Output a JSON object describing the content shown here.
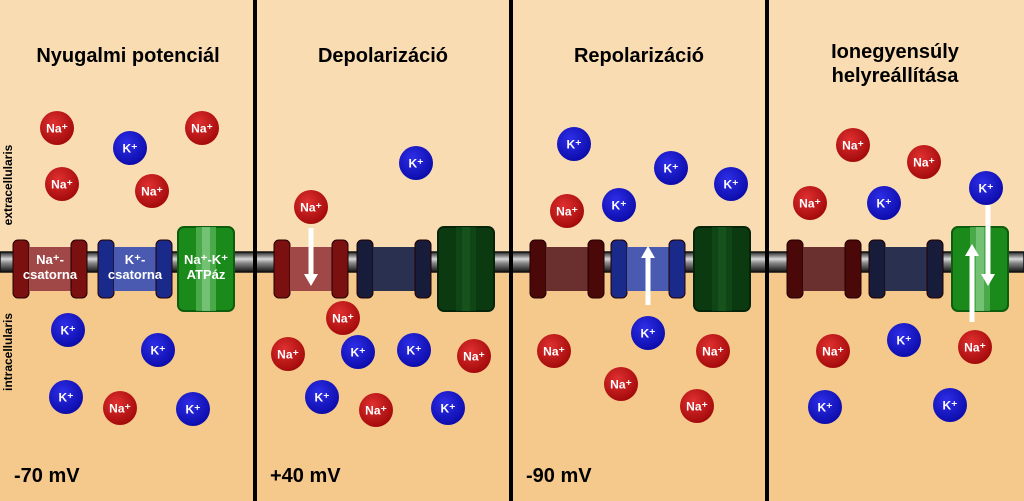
{
  "side_labels": {
    "outside": "extracellularis",
    "inside": "intracellularis"
  },
  "ion_labels": {
    "na": "Na⁺",
    "k": "K⁺"
  },
  "channel_labels": {
    "na_line1": "Na⁺-",
    "na_line2": "csatorna",
    "k_line1": "K⁺-",
    "k_line2": "csatorna",
    "pump_line1": "Na⁺-K⁺",
    "pump_line2": "ATPáz"
  },
  "panels": [
    {
      "title_lines": [
        "Nyugalmi potenciál"
      ],
      "voltage": "-70 mV"
    },
    {
      "title_lines": [
        "Depolarizáció"
      ],
      "voltage": "+40 mV"
    },
    {
      "title_lines": [
        "Repolarizáció"
      ],
      "voltage": "-90 mV"
    },
    {
      "title_lines": [
        "Ionegyensúly",
        "helyreállítása"
      ],
      "voltage": ""
    }
  ],
  "colors": {
    "outside_bg": "#f9dcb2",
    "inside_bg": "#f5c98c",
    "divider": "#000000",
    "na_ion": "#c01010",
    "k_ion": "#1414c8",
    "na_channel": "#7a1010",
    "k_channel": "#1a2a7a",
    "pump": "#1a8a1a",
    "membrane": "#555555"
  }
}
